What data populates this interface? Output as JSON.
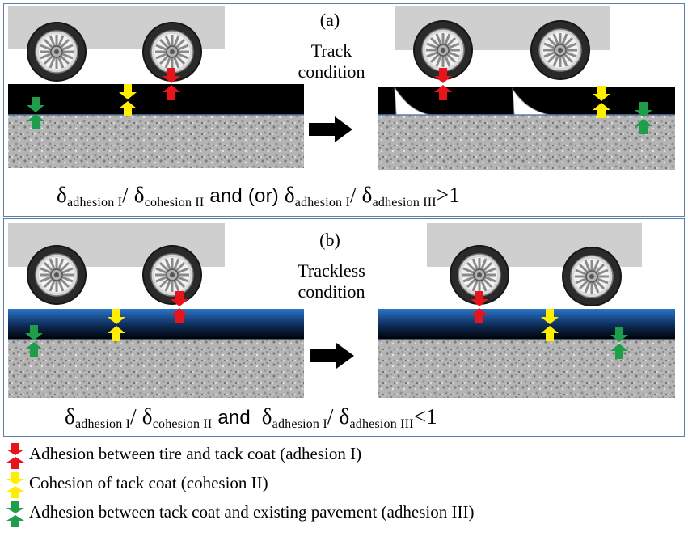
{
  "panel_a": {
    "label": "(a)",
    "condition_line1": "Track",
    "condition_line2": "condition",
    "formula": {
      "delta": "δ",
      "sub1": "adhesion I",
      "slash1": "/ ",
      "sub2": "cohesion II",
      "connector": " and (or) ",
      "sub3": "adhesion I",
      "slash2": "/ ",
      "sub4": "adhesion III",
      "relation": ">1"
    }
  },
  "panel_b": {
    "label": "(b)",
    "condition_line1": "Trackless",
    "condition_line2": "condition",
    "formula": {
      "delta": "δ",
      "sub1": "adhesion I",
      "slash1": "/ ",
      "sub2": "cohesion II",
      "connector": " and  ",
      "sub3": "adhesion I",
      "slash2": "/ ",
      "sub4": "adhesion III",
      "relation": "<1"
    }
  },
  "legend": [
    {
      "text": "Adhesion between tire and tack coat (adhesion I)",
      "color": "#e8141c"
    },
    {
      "text": "Cohesion of tack coat (cohesion II)",
      "color": "#ffee00"
    },
    {
      "text": "Adhesion between tack coat and existing pavement (adhesion III)",
      "color": "#1e9e4a"
    }
  ],
  "colors": {
    "frame": "#5b7fa6",
    "tack_black": "#000000",
    "tack_blue": "#2a74c8",
    "body_gray": "#cfcfcf",
    "gravel": "#9a9a9a"
  }
}
